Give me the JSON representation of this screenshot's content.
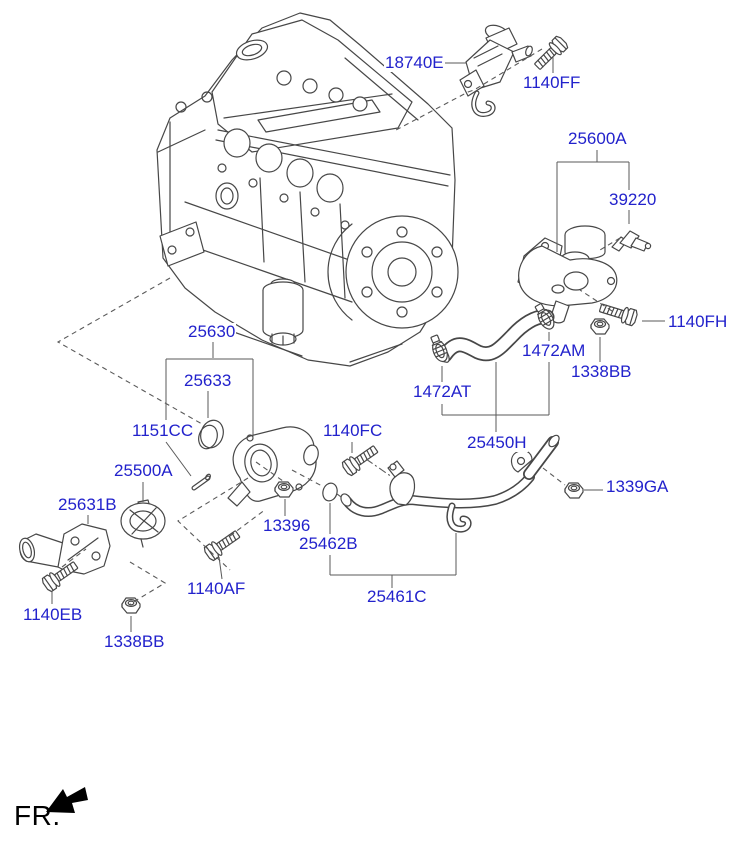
{
  "part_labels": {
    "l18740e": "18740E",
    "l1140ff": "1140FF",
    "l25600a": "25600A",
    "l39220": "39220",
    "l1140fh": "1140FH",
    "l1338bb_right": "1338BB",
    "l1472am": "1472AM",
    "l1472at": "1472AT",
    "l25450h": "25450H",
    "l25630": "25630",
    "l25633": "25633",
    "l1151cc": "1151CC",
    "l25500a": "25500A",
    "l25631b": "25631B",
    "l1140fc": "1140FC",
    "l13396": "13396",
    "l25462b": "25462B",
    "l1339ga": "1339GA",
    "l25461c": "25461C",
    "l1140af": "1140AF",
    "l1140eb": "1140EB",
    "l1338bb_left": "1338BB"
  },
  "footer": {
    "front_marker": "FR."
  },
  "colors": {
    "label_blue": "#2222cc",
    "line_gray": "#474747",
    "background": "#ffffff",
    "marker_black": "#000000"
  }
}
